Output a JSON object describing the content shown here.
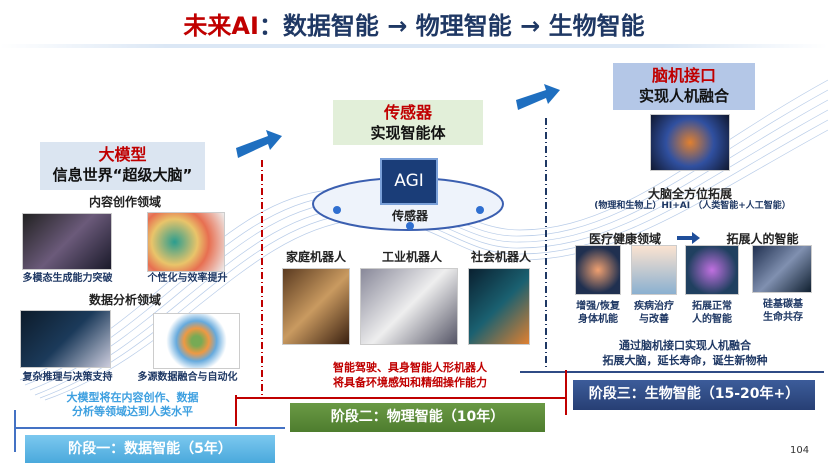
{
  "title": {
    "prefix": "未来AI",
    "rest": "：数据智能 → 物理智能 → 生物智能"
  },
  "stage1": {
    "box_title": "大模型",
    "box_subtitle": "信息世界“超级大脑”",
    "section1": "内容创作领域",
    "items1": [
      "多模态生成能力突破",
      "个性化与效率提升"
    ],
    "section2": "数据分析领域",
    "items2": [
      "复杂推理与决策支持",
      "多源数据融合与自动化"
    ],
    "summary": [
      "大模型将在内容创作、数据",
      "分析等领域达到人类水平"
    ],
    "label": "阶段一：数据智能（5年）"
  },
  "stage2": {
    "box_title": "传感器",
    "box_subtitle": "实现智能体",
    "chip": "AGI",
    "sensor": "传感器",
    "robots": [
      "家庭机器人",
      "工业机器人",
      "社会机器人"
    ],
    "summary": [
      "智能驾驶、具身智能人形机器人",
      "将具备环境感知和精细操作能力"
    ],
    "label": "阶段二：物理智能（10年）"
  },
  "stage3": {
    "box_title": "脑机接口",
    "box_subtitle": "实现人机融合",
    "heading": "大脑全方位拓展",
    "subheading": "(物理和生物上）HI+AI （人类智能+人工智能）",
    "left_section": "医疗健康领域",
    "right_section": "拓展人的智能",
    "items": [
      [
        "增强/恢复",
        "身体机能"
      ],
      [
        "疾病治疗",
        "与改善"
      ],
      [
        "拓展正常",
        "人的智能"
      ],
      [
        "硅基碳基",
        "生命共存"
      ]
    ],
    "summary": [
      "通过脑机接口实现人机融合",
      "拓展大脑，延长寿命，诞生新物种"
    ],
    "label": "阶段三：生物智能（15-20年+）"
  },
  "page_number": "104"
}
